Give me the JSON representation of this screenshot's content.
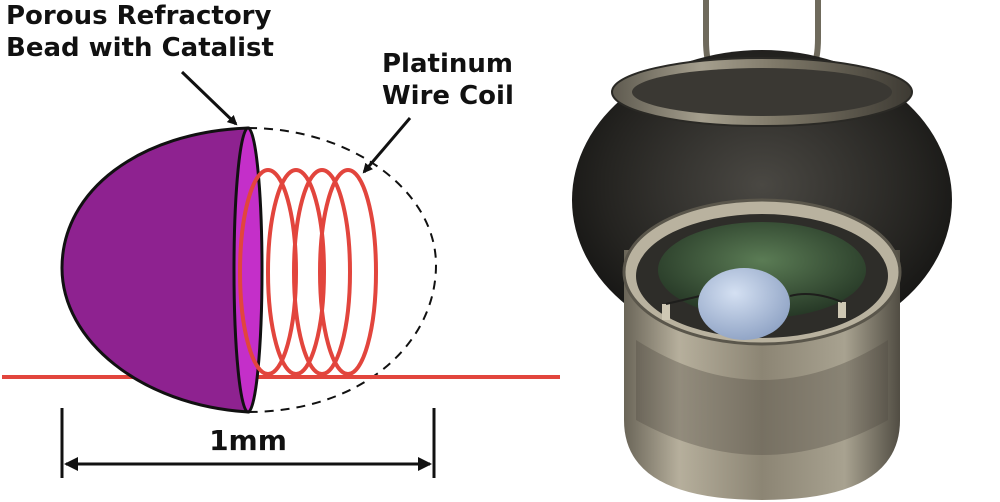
{
  "labels": {
    "bead_line1": "Porous Refractory",
    "bead_line2": "Bead with Catalist",
    "coil_line1": "Platinum",
    "coil_line2": "Wire Coil",
    "dimension": "1mm"
  },
  "colors": {
    "bead": "#8e2290",
    "bead_face": "#c42fc9",
    "coil": "#e2453d",
    "outline": "#111111",
    "sensor_shell": "#2b2a27",
    "sensor_metal": "#8a8474",
    "sensor_inner": "#3f5e3a",
    "sensor_bead": "#a9b9d6"
  }
}
